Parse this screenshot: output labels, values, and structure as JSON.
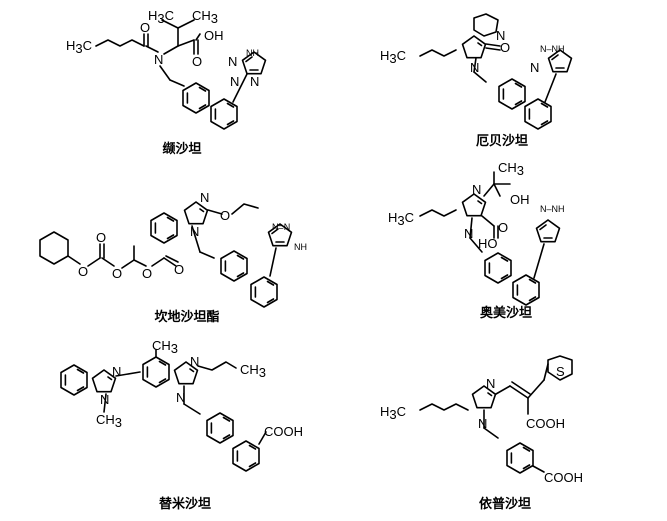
{
  "captions": {
    "valsartan": "缬沙坦",
    "irbesartan": "厄贝沙坦",
    "candesartan": "坎地沙坦酯",
    "olmesartan": "奥美沙坦",
    "telmisartan": "替米沙坦",
    "eprosartan": "依普沙坦"
  }
}
